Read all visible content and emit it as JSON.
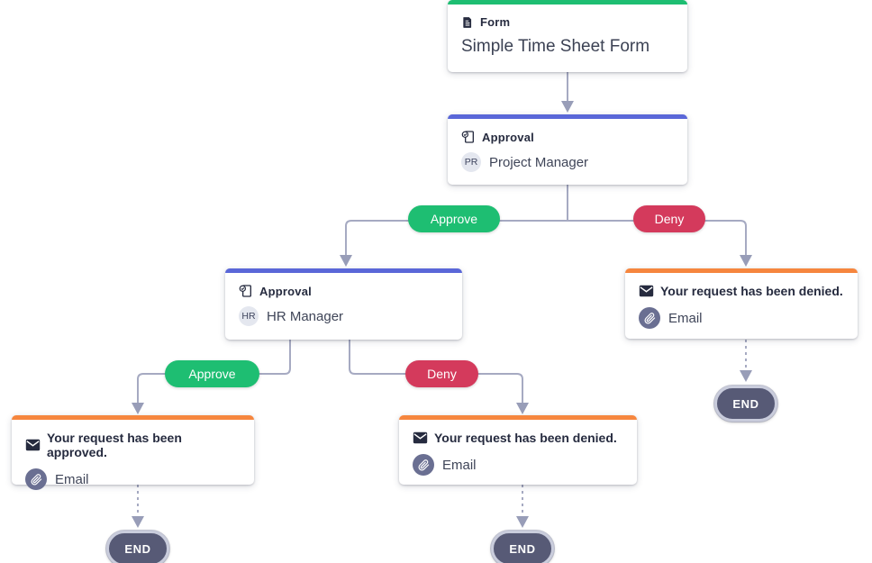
{
  "colors": {
    "green": "#1ebe72",
    "blue": "#5a67d8",
    "orange": "#f6863e",
    "red": "#d43a5c",
    "connector": "#a6aac2",
    "end_fill": "#575a76",
    "end_ring": "#c9ccdc"
  },
  "nodes": {
    "form": {
      "type_label": "Form",
      "title": "Simple Time Sheet Form",
      "accent": "#1ebe72"
    },
    "pm_approval": {
      "type_label": "Approval",
      "assignee": "Project Manager",
      "initials": "PR",
      "accent": "#5a67d8"
    },
    "hr_approval": {
      "type_label": "Approval",
      "assignee": "HR Manager",
      "initials": "HR",
      "accent": "#5a67d8"
    },
    "email_denied_top": {
      "subject": "Your request has been denied.",
      "channel": "Email",
      "accent": "#f6863e"
    },
    "email_approved": {
      "subject": "Your request has been approved.",
      "channel": "Email",
      "accent": "#f6863e"
    },
    "email_denied_bottom": {
      "subject": "Your request has been denied.",
      "channel": "Email",
      "accent": "#f6863e"
    }
  },
  "branches": {
    "pm_approve": {
      "label": "Approve",
      "color": "#1ebe72"
    },
    "pm_deny": {
      "label": "Deny",
      "color": "#d43a5c"
    },
    "hr_approve": {
      "label": "Approve",
      "color": "#1ebe72"
    },
    "hr_deny": {
      "label": "Deny",
      "color": "#d43a5c"
    }
  },
  "end_nodes": {
    "label": "END",
    "fill": "#575a76",
    "ring": "#c9ccdc"
  }
}
